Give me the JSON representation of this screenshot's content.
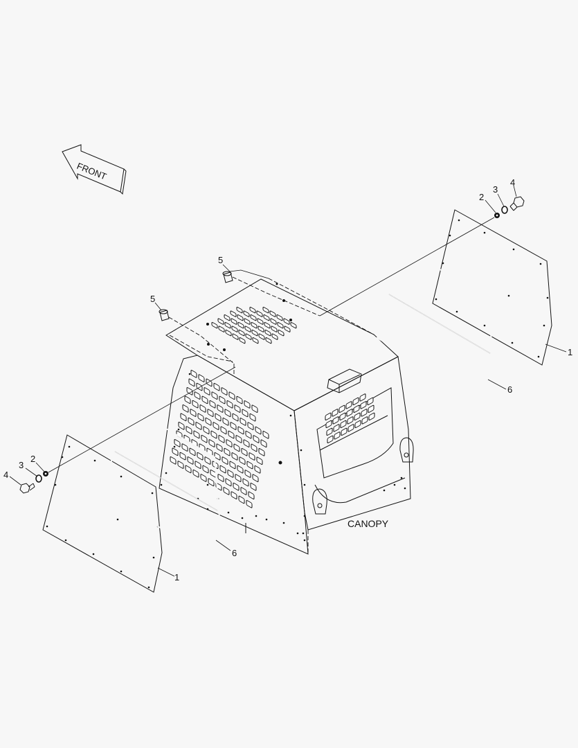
{
  "direction_arrow": {
    "label": "FRONT"
  },
  "assembly": {
    "label": "CANOPY"
  },
  "callouts": [
    {
      "id": "c-1-right",
      "text": "1"
    },
    {
      "id": "c-1-left",
      "text": "1"
    },
    {
      "id": "c-2-right",
      "text": "2"
    },
    {
      "id": "c-2-left",
      "text": "2"
    },
    {
      "id": "c-3-right",
      "text": "3"
    },
    {
      "id": "c-3-left",
      "text": "3"
    },
    {
      "id": "c-4-right",
      "text": "4"
    },
    {
      "id": "c-4-left",
      "text": "4"
    },
    {
      "id": "c-5-top",
      "text": "5"
    },
    {
      "id": "c-5-left",
      "text": "5"
    },
    {
      "id": "c-6-right",
      "text": "6"
    },
    {
      "id": "c-6-left",
      "text": "6"
    }
  ],
  "colors": {
    "line": "#111111",
    "panel_fill": "#dcdcdc",
    "background": "#f7f7f7"
  }
}
